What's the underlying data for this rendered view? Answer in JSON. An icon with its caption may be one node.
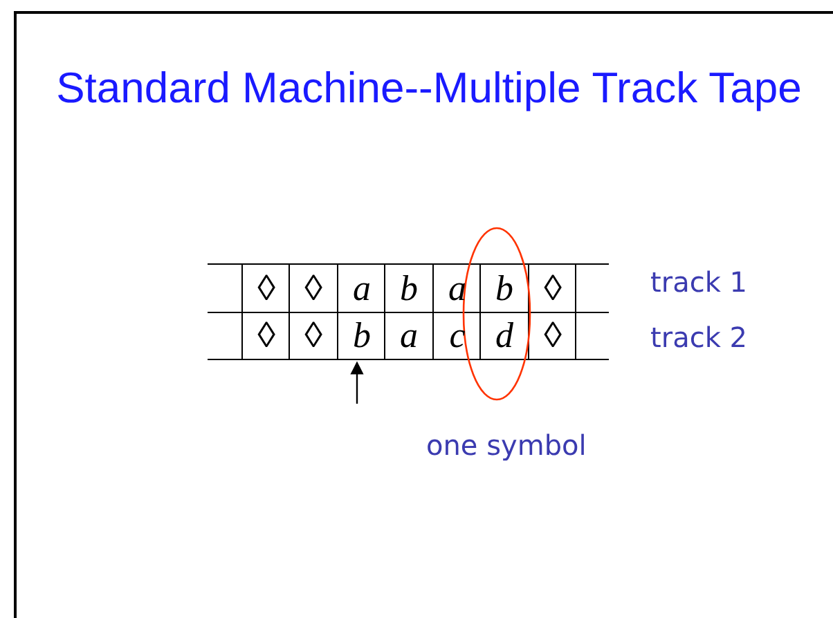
{
  "diagram": {
    "title": "Standard Machine--Multiple Track Tape",
    "labels": [
      "◊",
      "◊",
      "a",
      "b",
      "a",
      "b",
      "◊",
      "track 1",
      "◊",
      "◊",
      "b",
      "a",
      "c",
      "d",
      "◊",
      "track 2",
      "one symbol"
    ]
  }
}
